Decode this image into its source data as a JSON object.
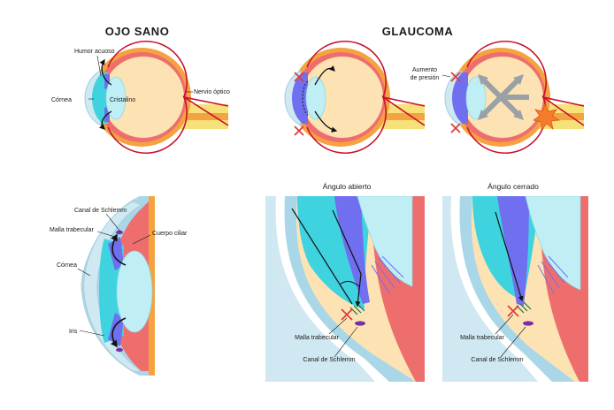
{
  "titles": {
    "healthy": "OJO SANO",
    "glaucoma": "GLAUCOMA"
  },
  "subtitles": {
    "open_angle": "Ángulo abierto",
    "closed_angle": "Ángulo cerrado"
  },
  "labels": {
    "aqueous_humor": "Humor acuoso",
    "cornea": "Córnea",
    "lens": "Cristalino",
    "optic_nerve": "Nervio óptico",
    "pressure_line1": "Aumento",
    "pressure_line2": "de presión",
    "schlemm_canal": "Canal de Schlemm",
    "trabecular_mesh": "Malla trabecular",
    "ciliary_body": "Cuerpo ciliar",
    "cornea_detail": "Córnea",
    "iris": "Iris",
    "open_mesh": "Malla trabecular",
    "open_schlemm": "Canal de Schlemm",
    "closed_mesh": "Malla trabecular",
    "closed_schlemm": "Canal de Schlemm"
  },
  "colors": {
    "sclera": "#f4a340",
    "vitreous": "#fde3b4",
    "choroid": "#ee6e6e",
    "retina_line": "#c8102e",
    "cornea": "#cfe8f1",
    "aqueous": "#3fd3e0",
    "lens": "#bfeff5",
    "iris": "#6f6ff0",
    "nerve": "#f7e27a",
    "cross": "#e23b3b",
    "pressure_arrow": "#9aa0a6",
    "star": "#f47c2a",
    "schlemm": "#7b2fa5"
  },
  "icons": {
    "blocked": "cross-mark-icon",
    "pressure": "pressure-arrows-icon",
    "damage": "starburst-icon"
  }
}
